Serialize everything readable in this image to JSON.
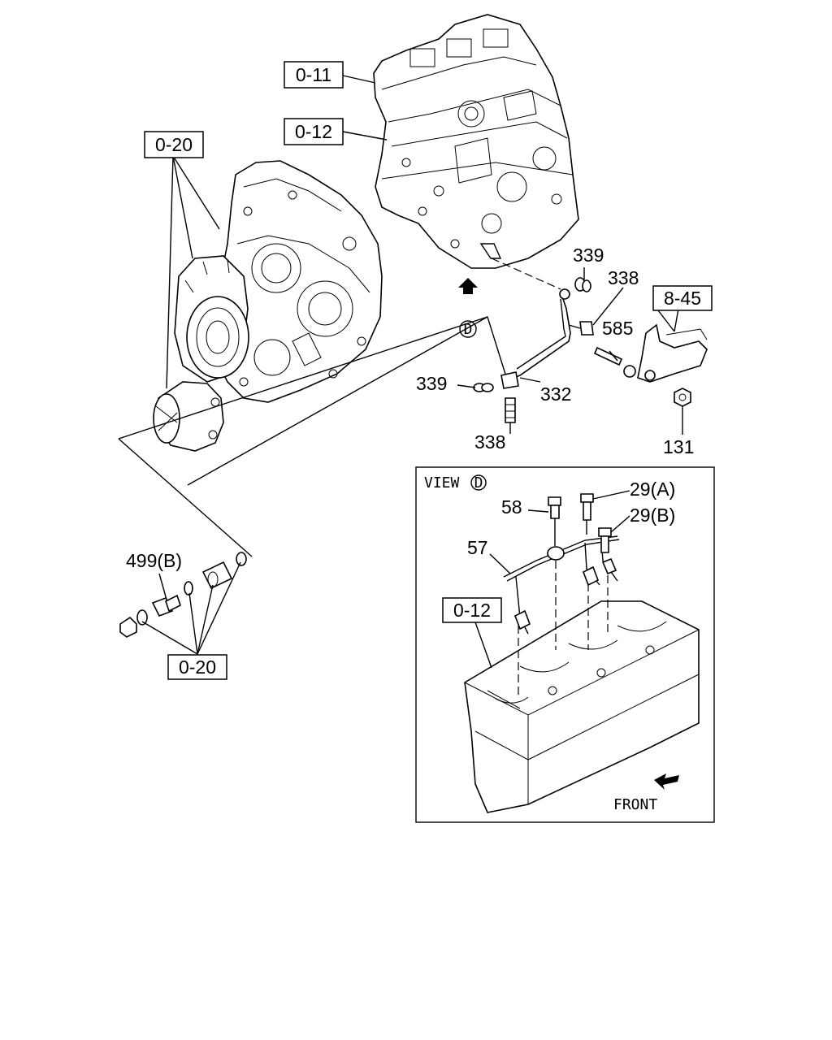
{
  "refs": {
    "r_0_11": "0-11",
    "r_0_12_top": "0-12",
    "r_0_20_top": "0-20",
    "r_8_45": "8-45",
    "r_0_20_bottom": "0-20",
    "r_0_12_view": "0-12"
  },
  "parts": {
    "p339_top": "339",
    "p338_top": "338",
    "p585": "585",
    "p339_mid": "339",
    "p332": "332",
    "p338_mid": "338",
    "p131": "131",
    "p499b": "499(B)",
    "p58": "58",
    "p29a": "29(A)",
    "p29b": "29(B)",
    "p57": "57"
  },
  "view": {
    "label": "VIEW",
    "marker": "D",
    "front": "FRONT"
  },
  "arrow_marker": "D"
}
